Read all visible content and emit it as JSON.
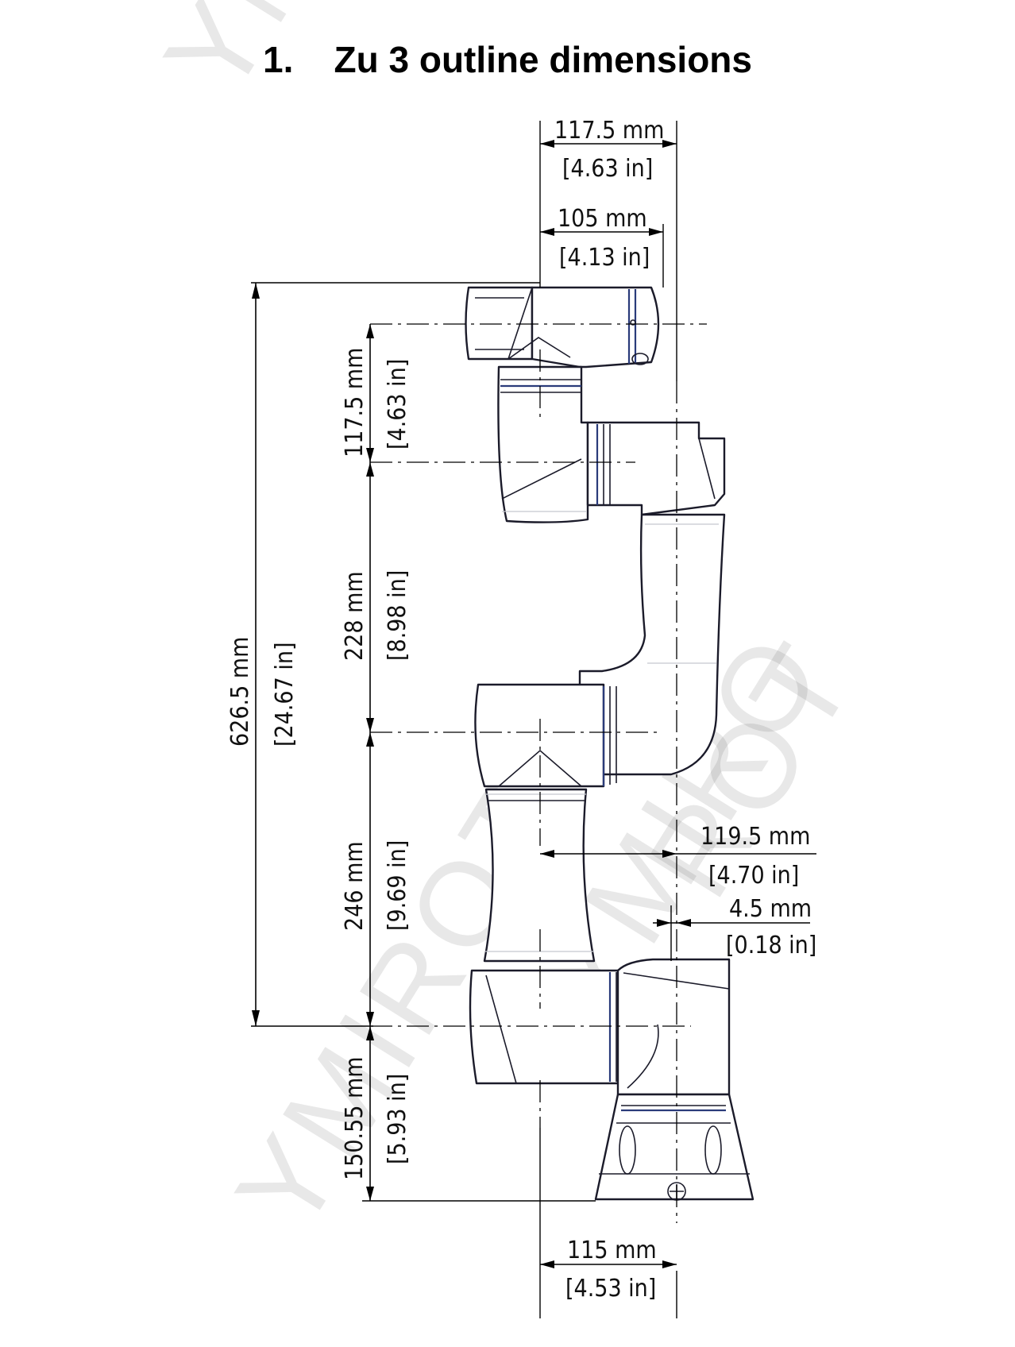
{
  "title": {
    "number": "1.",
    "text": "Zu 3 outline dimensions"
  },
  "watermark": {
    "text_top": "YM",
    "text_right": "ROT",
    "text_diag": "YMIRO",
    "text_bottom": "YMIROT",
    "color": "#000000"
  },
  "dimensions": {
    "top_width": {
      "mm": "117.5 mm",
      "in": "[4.63 in]"
    },
    "top_inner": {
      "mm": "105 mm",
      "in": "[4.13 in]"
    },
    "total_height": {
      "mm": "626.5 mm",
      "in": "[24.67 in]"
    },
    "seg_wrist": {
      "mm": "117.5 mm",
      "in": "[4.63 in]"
    },
    "seg_upper": {
      "mm": "228 mm",
      "in": "[8.98 in]"
    },
    "seg_lower": {
      "mm": "246 mm",
      "in": "[9.69 in]"
    },
    "seg_base": {
      "mm": "150.55 mm",
      "in": "[5.93 in]"
    },
    "offset_right": {
      "mm": "119.5 mm",
      "in": "[4.70 in]"
    },
    "offset_small": {
      "mm": "4.5 mm",
      "in": "[0.18 in]"
    },
    "base_offset": {
      "mm": "115 mm",
      "in": "[4.53 in]"
    }
  },
  "colors": {
    "line": "#000000",
    "outline": "#1b1b2a",
    "stripe": "#2a3b7a"
  }
}
